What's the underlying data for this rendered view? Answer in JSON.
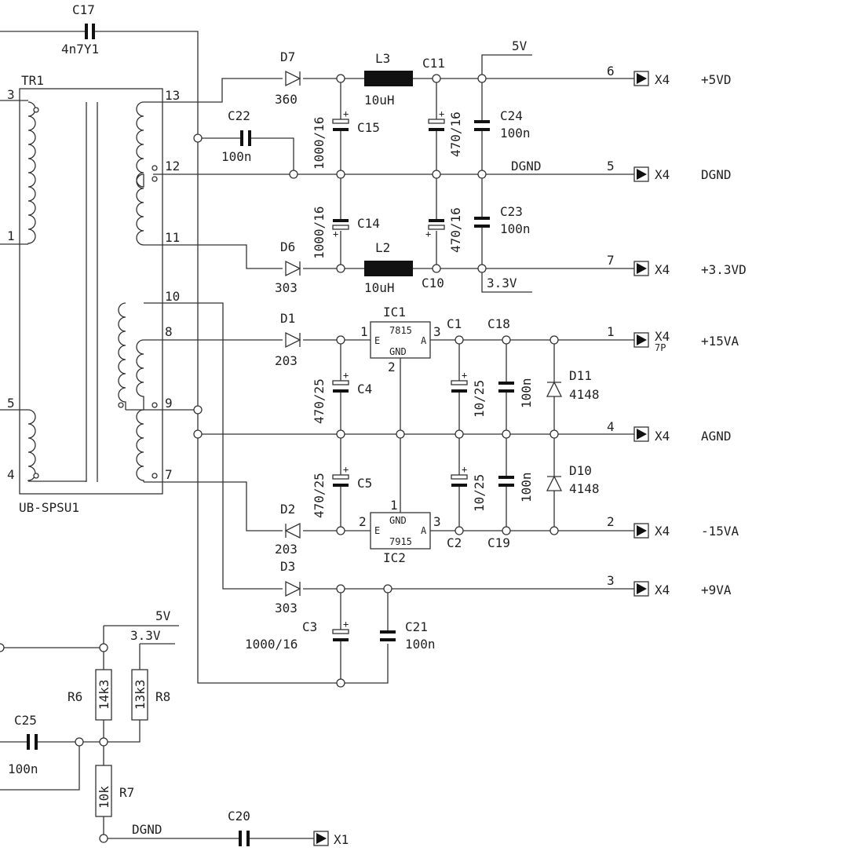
{
  "transformer": {
    "ref": "TR1",
    "model": "UB-SPSU1",
    "pins": [
      "3",
      "1",
      "5",
      "4",
      "13",
      "12",
      "11",
      "10",
      "8",
      "9",
      "7"
    ]
  },
  "caps": {
    "c17": {
      "ref": "C17",
      "value": "4n7Y1"
    },
    "c22": {
      "ref": "C22",
      "value": "100n"
    },
    "c15": {
      "ref": "C15",
      "value": "1000/16"
    },
    "c14": {
      "ref": "C14",
      "value": "1000/16"
    },
    "c11": {
      "ref": "C11",
      "value": "470/16"
    },
    "c10": {
      "ref": "C10",
      "value": "470/16"
    },
    "c24": {
      "ref": "C24",
      "value": "100n"
    },
    "c23": {
      "ref": "C23",
      "value": "100n"
    },
    "c4": {
      "ref": "C4",
      "value": "470/25"
    },
    "c5": {
      "ref": "C5",
      "value": "470/25"
    },
    "c1": {
      "ref": "C1",
      "value": "10/25"
    },
    "c2": {
      "ref": "C2",
      "value": "10/25"
    },
    "c18": {
      "ref": "C18",
      "value": "100n"
    },
    "c19": {
      "ref": "C19",
      "value": "100n"
    },
    "c3": {
      "ref": "C3",
      "value": "1000/16"
    },
    "c21": {
      "ref": "C21",
      "value": "100n"
    },
    "c25": {
      "ref": "C25",
      "value": "100n"
    },
    "c20": {
      "ref": "C20"
    }
  },
  "diodes": {
    "d7": {
      "ref": "D7",
      "value": "360"
    },
    "d6": {
      "ref": "D6",
      "value": "303"
    },
    "d1": {
      "ref": "D1",
      "value": "203"
    },
    "d2": {
      "ref": "D2",
      "value": "203"
    },
    "d3": {
      "ref": "D3",
      "value": "303"
    },
    "d11": {
      "ref": "D11",
      "value": "4148"
    },
    "d10": {
      "ref": "D10",
      "value": "4148"
    }
  },
  "inductors": {
    "l3": {
      "ref": "L3",
      "value": "10uH"
    },
    "l2": {
      "ref": "L2",
      "value": "10uH"
    }
  },
  "regulators": {
    "ic1": {
      "ref": "IC1",
      "part": "7815",
      "gnd": "GND",
      "in": "E",
      "out": "A",
      "pin_in": "1",
      "pin_out": "3",
      "pin_gnd": "2"
    },
    "ic2": {
      "ref": "IC2",
      "part": "7915",
      "gnd": "GND",
      "in": "E",
      "out": "A",
      "pin_in": "2",
      "pin_out": "3",
      "pin_gnd": "1"
    }
  },
  "resistors": {
    "r6": {
      "ref": "R6",
      "value": "14k3"
    },
    "r7": {
      "ref": "R7",
      "value": "10k"
    },
    "r8": {
      "ref": "R8",
      "value": "13k3"
    }
  },
  "rails": {
    "v5": "5V",
    "v33": "3.3V",
    "dgnd": "DGND"
  },
  "connectors": {
    "x4": "X4",
    "x1": "X1",
    "pin_note": "7P",
    "outputs": [
      {
        "pin": "6",
        "name": "+5VD"
      },
      {
        "pin": "5",
        "name": "DGND"
      },
      {
        "pin": "7",
        "name": "+3.3VD"
      },
      {
        "pin": "1",
        "name": "+15VA"
      },
      {
        "pin": "4",
        "name": "AGND"
      },
      {
        "pin": "2",
        "name": "-15VA"
      },
      {
        "pin": "3",
        "name": "+9VA"
      }
    ]
  }
}
